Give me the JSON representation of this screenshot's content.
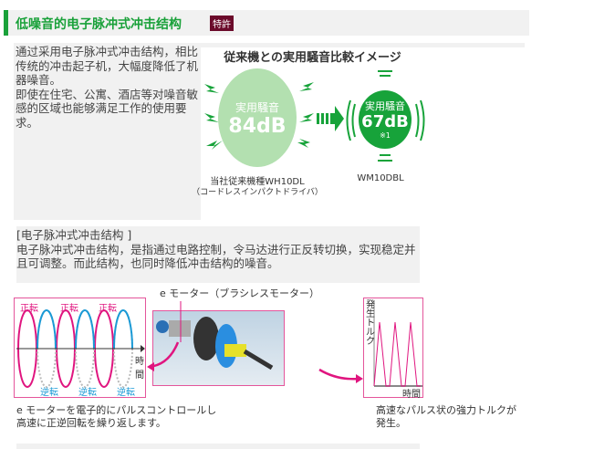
{
  "header": {
    "title": "低噪音的电子脉冲式冲击结构",
    "badge": "特許"
  },
  "intro": {
    "p1": "通过采用电子脉冲式冲击结构，相比传统的冲击起子机，大幅度降低了机器噪音。",
    "p2": "即使在住宅、公寓、酒店等对噪音敏感的区域也能够满足工作的使用要求。"
  },
  "comparison": {
    "title": "従来機との実用騒音比較イメージ",
    "old": {
      "label": "実用騒音",
      "value": "84dB",
      "caption1": "当社従来機種WH10DL",
      "caption2": "（コードレスインパクトドライバ）"
    },
    "new": {
      "label": "実用騒音",
      "value": "67dB",
      "note": "※1",
      "caption": "WM10DBL"
    },
    "colors": {
      "old": "#b3e0b0",
      "new": "#17a33a"
    }
  },
  "structure": {
    "heading": "[电子脉冲式冲击结构 ]",
    "body": "电子脉冲式冲击结构，是指通过电路控制，令马达进行正反转切换，实现稳定并且可调整。而此结构，也同时降低冲击结构的噪音。"
  },
  "diagram": {
    "motor_label": "e モーター（ブラシレスモーター）",
    "left": {
      "forward": "正転",
      "reverse": "逆転",
      "time": "時間",
      "caption1": "e モーターを電子的にパルスコントロールし",
      "caption2": "高速に正逆回転を繰り返します。"
    },
    "right": {
      "ylabel": "発生トルク",
      "time": "時間",
      "caption1": "高速なパルス状の強力トルクが",
      "caption2": "発生。"
    }
  }
}
